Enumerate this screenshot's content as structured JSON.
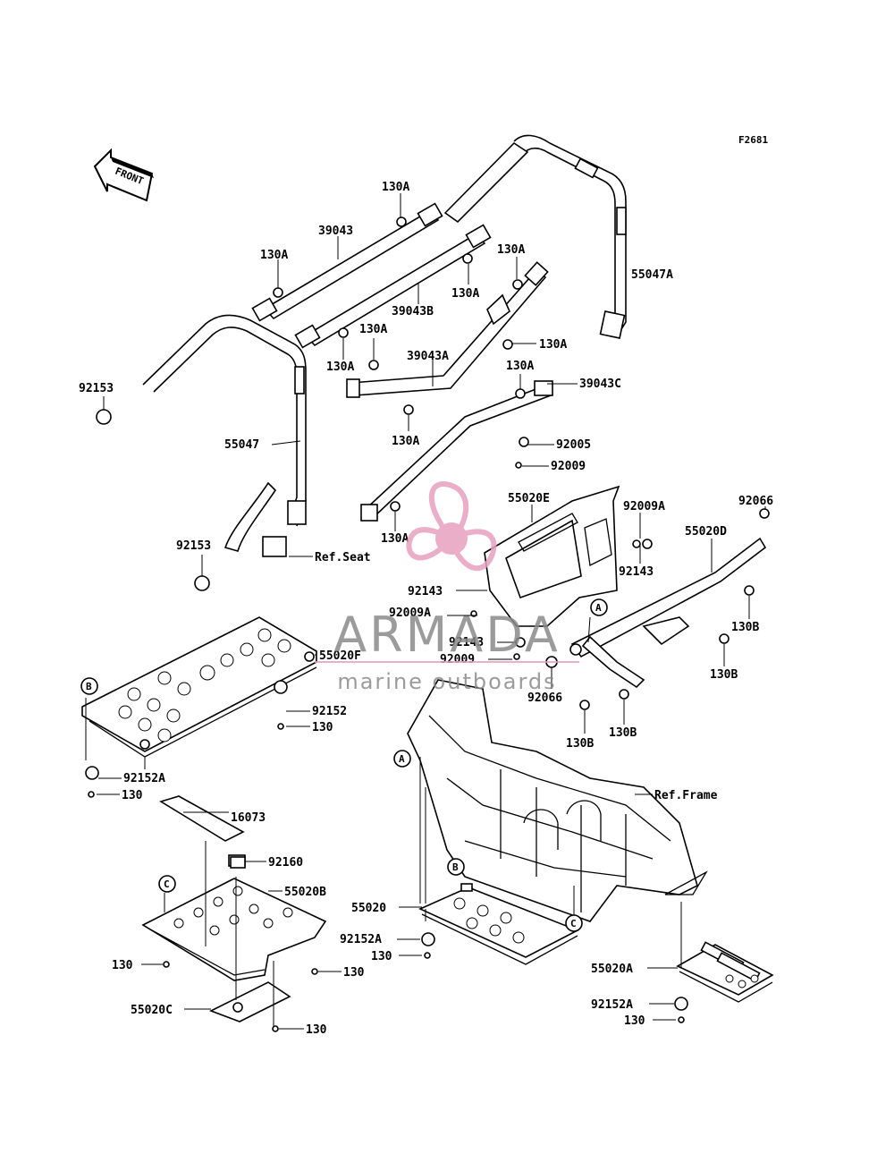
{
  "figure_code": "F2681",
  "front_label": "FRONT",
  "callouts": {
    "A": "A",
    "B": "B",
    "C": "C"
  },
  "labels": {
    "p39043": "39043",
    "p39043B": "39043B",
    "p39043A": "39043A",
    "p39043C": "39043C",
    "p55047A": "55047A",
    "p55047": "55047",
    "p92153_top": "92153",
    "p92153_bot": "92153",
    "p130A_1": "130A",
    "p130A_2": "130A",
    "p130A_3": "130A",
    "p130A_4": "130A",
    "p130A_5": "130A",
    "p130A_6": "130A",
    "p130A_7": "130A",
    "p130A_8": "130A",
    "p130A_9": "130A",
    "p130A_10": "130A",
    "p92005": "92005",
    "p92009_a": "92009",
    "p55020E": "55020E",
    "p92009A_a": "92009A",
    "p92066_a": "92066",
    "p55020D": "55020D",
    "p92143_a": "92143",
    "p92143_b": "92143",
    "p92009A_b": "92009A",
    "p92143_c": "92143",
    "p92009_b": "92009",
    "p92066_b": "92066",
    "p130B_1": "130B",
    "p130B_2": "130B",
    "p130B_3": "130B",
    "p130B_4": "130B",
    "ref_seat": "Ref.Seat",
    "ref_frame": "Ref.Frame",
    "p55020F": "55020F",
    "p92152": "92152",
    "p130_1": "130",
    "p92152A_1": "92152A",
    "p130_2": "130",
    "p16073": "16073",
    "p92160": "92160",
    "p55020B": "55020B",
    "p130_3": "130",
    "p130_4": "130",
    "p55020C": "55020C",
    "p130_5": "130",
    "p55020": "55020",
    "p92152A_2": "92152A",
    "p130_6": "130",
    "p55020A": "55020A",
    "p92152A_3": "92152A",
    "p130_7": "130"
  },
  "watermark": {
    "brand": "ARMADA",
    "tagline": "marine outboards",
    "color_accent": "#e7a1bf",
    "color_text": "#8a8a8a"
  }
}
